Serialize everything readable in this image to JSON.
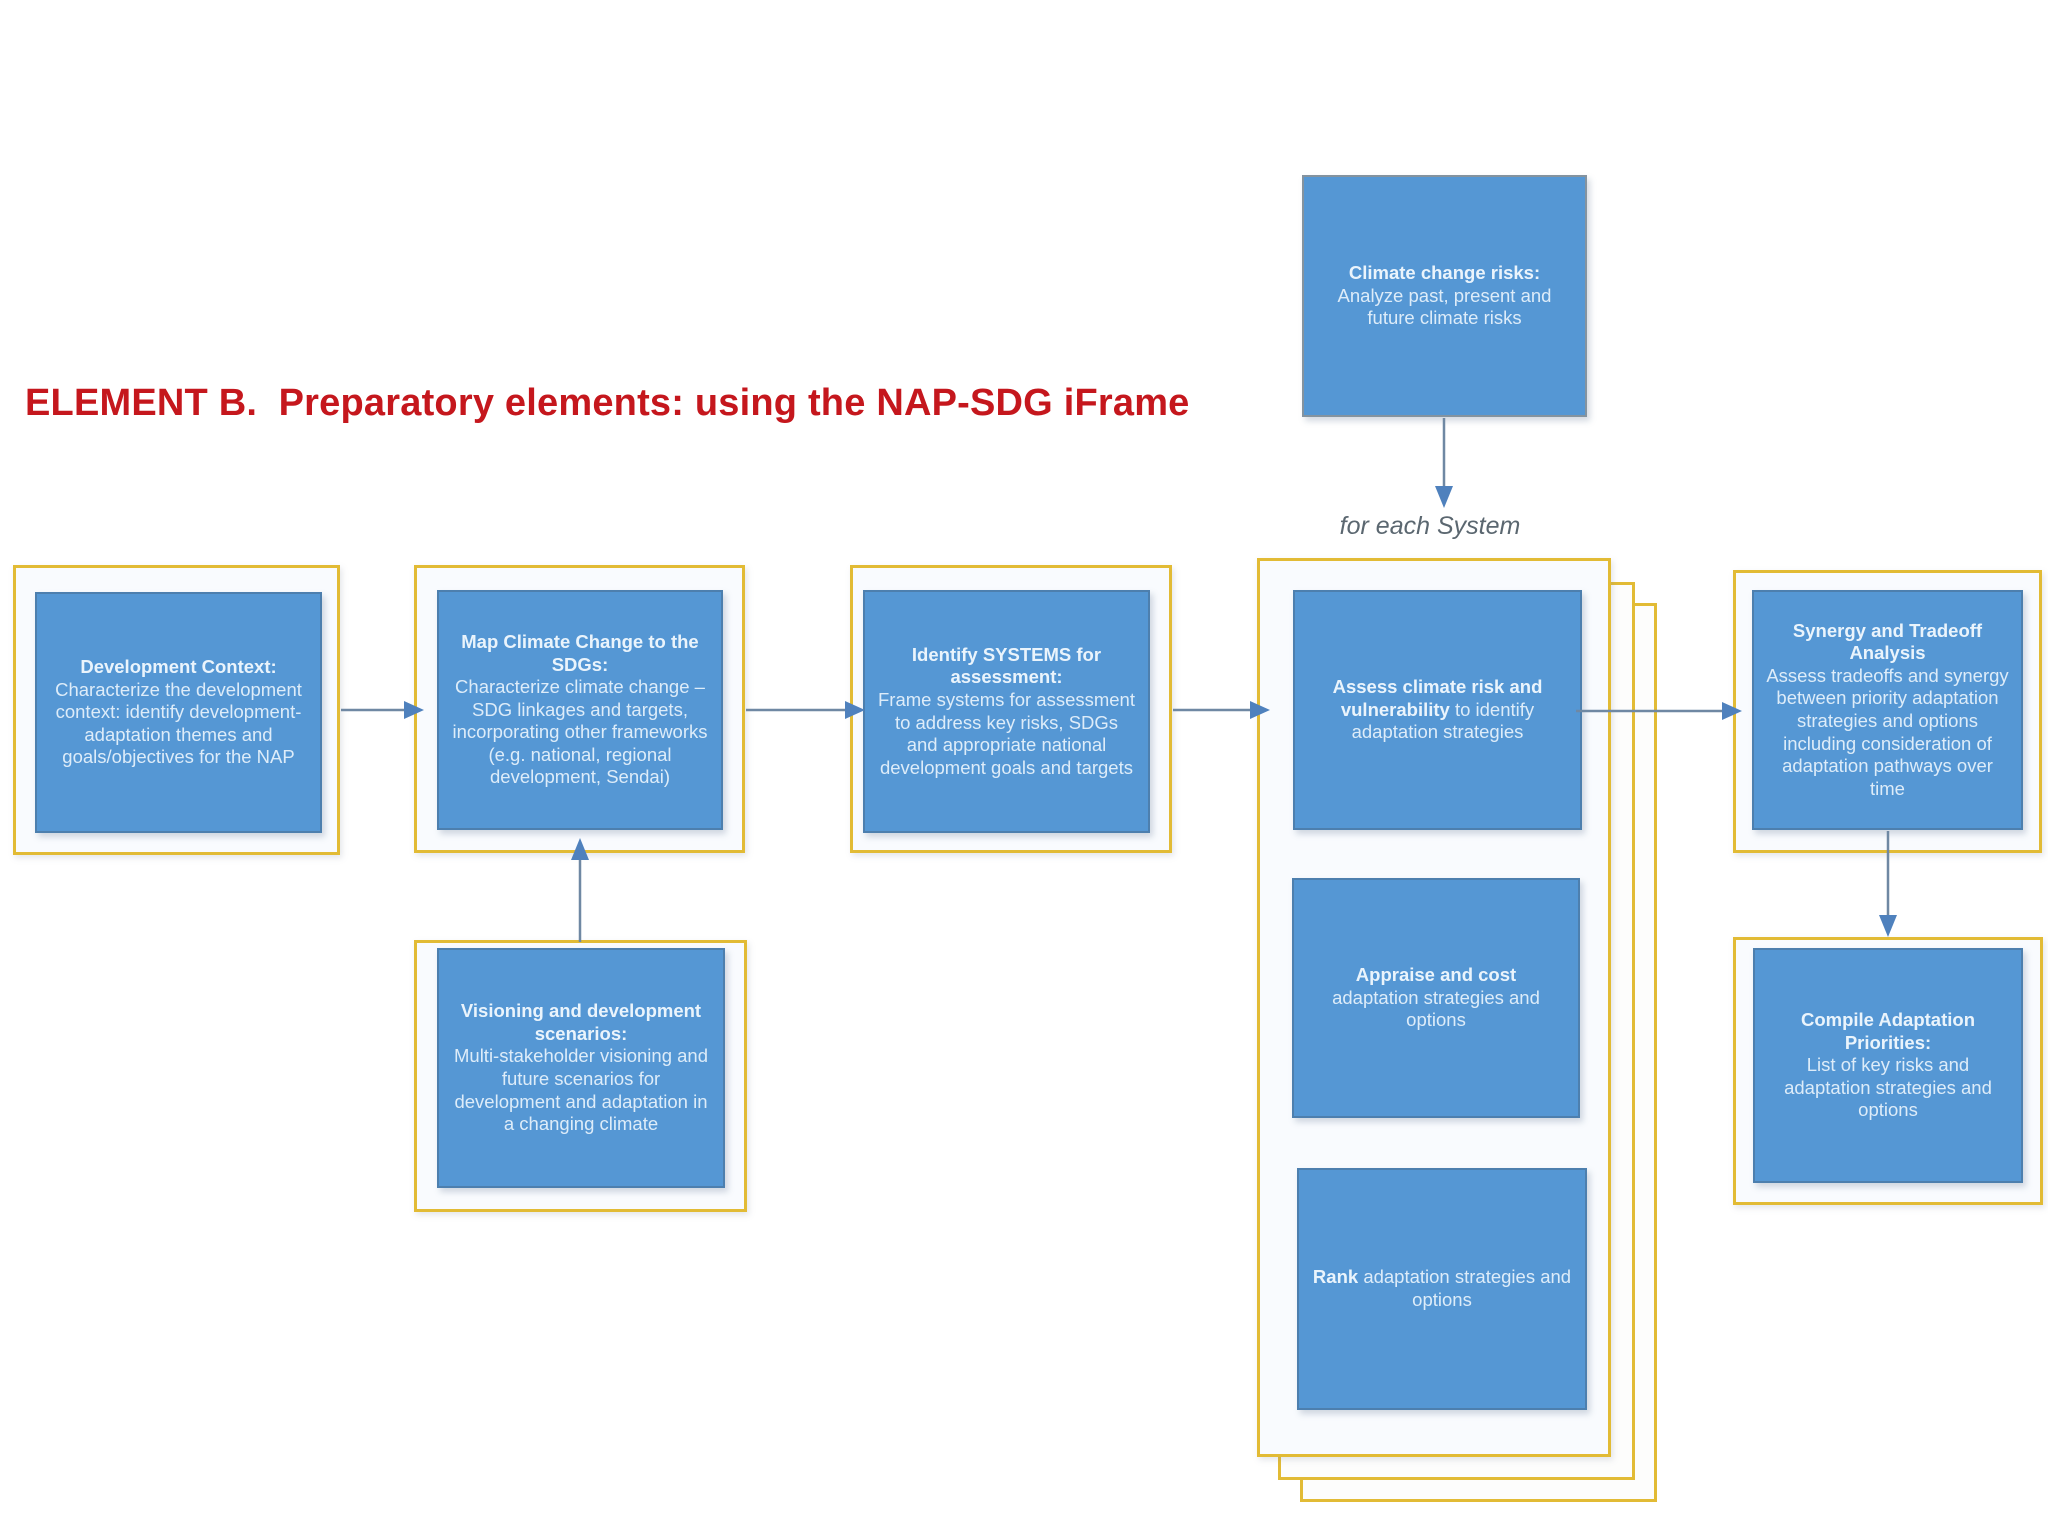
{
  "title": "ELEMENT B.  Preparatory elements: using the NAP-SDG iFrame",
  "for_each_system_label": "for each System",
  "colors": {
    "box-blue": "#5597d4",
    "frame-gold": "#e2bb35",
    "title-red": "#c5171d",
    "label-gray": "#5b6770",
    "text-light": "#ddecf9",
    "line-col": "#6f88a3",
    "head-col": "#4f81bd"
  },
  "boxes": {
    "climate_risks": {
      "bold": "Climate change risks:",
      "rest": "Analyze past, present and future climate risks"
    },
    "development_context": {
      "bold": "Development Context:",
      "rest": "Characterize the development context: identify development-adaptation themes and goals/objectives for the NAP"
    },
    "map_sdg": {
      "bold": "Map Climate Change to the SDGs:",
      "rest": "Characterize climate change – SDG linkages and targets, incorporating other frameworks (e.g. national, regional development, Sendai)"
    },
    "identify_systems": {
      "bold": "Identify SYSTEMS for assessment:",
      "rest": "Frame systems for assessment to address key risks, SDGs and appropriate national development goals and targets"
    },
    "visioning": {
      "bold": "Visioning and development scenarios:",
      "rest": "Multi-stakeholder visioning and future scenarios for development and adaptation in a changing climate"
    },
    "assess": {
      "bold": "Assess climate risk and vulnerability",
      "rest": "to identify adaptation strategies"
    },
    "appraise": {
      "bold": "Appraise and cost",
      "rest": "adaptation strategies and options"
    },
    "rank": {
      "bold": "Rank",
      "rest": "adaptation strategies and options"
    },
    "synergy": {
      "bold": "Synergy and Tradeoff Analysis",
      "rest": "Assess tradeoffs and synergy between priority adaptation strategies and options including consideration of adaptation pathways over time"
    },
    "compile": {
      "bold": "Compile Adaptation Priorities:",
      "rest": "List of key risks and adaptation strategies and options"
    }
  }
}
